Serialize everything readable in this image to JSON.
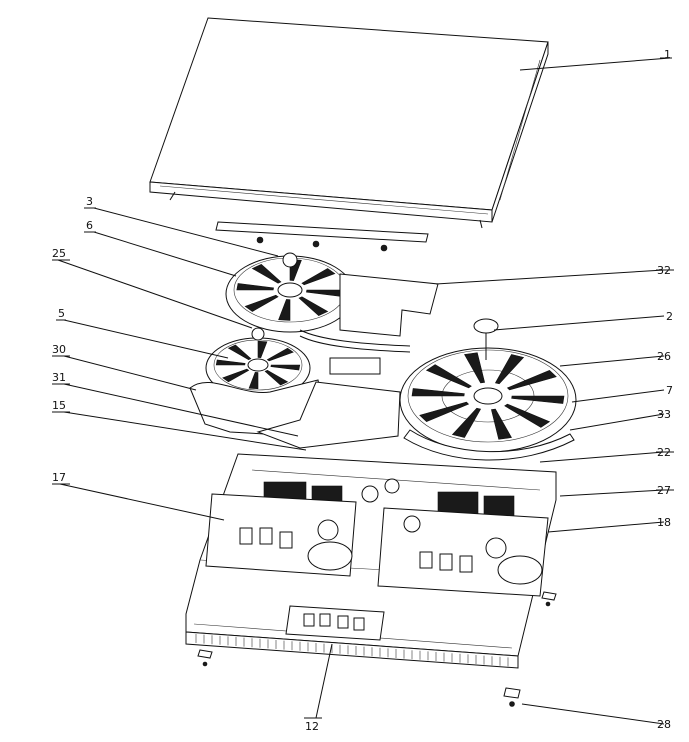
{
  "callouts": {
    "c1": "1",
    "c2": "2",
    "c3": "3",
    "c5": "5",
    "c6": "6",
    "c7": "7",
    "c12": "12",
    "c15": "15",
    "c17": "17",
    "c18": "18",
    "c22": "22",
    "c25": "25",
    "c26": "26",
    "c27": "27",
    "c28": "28",
    "c30": "30",
    "c31": "31",
    "c32": "32",
    "c33": "33"
  }
}
